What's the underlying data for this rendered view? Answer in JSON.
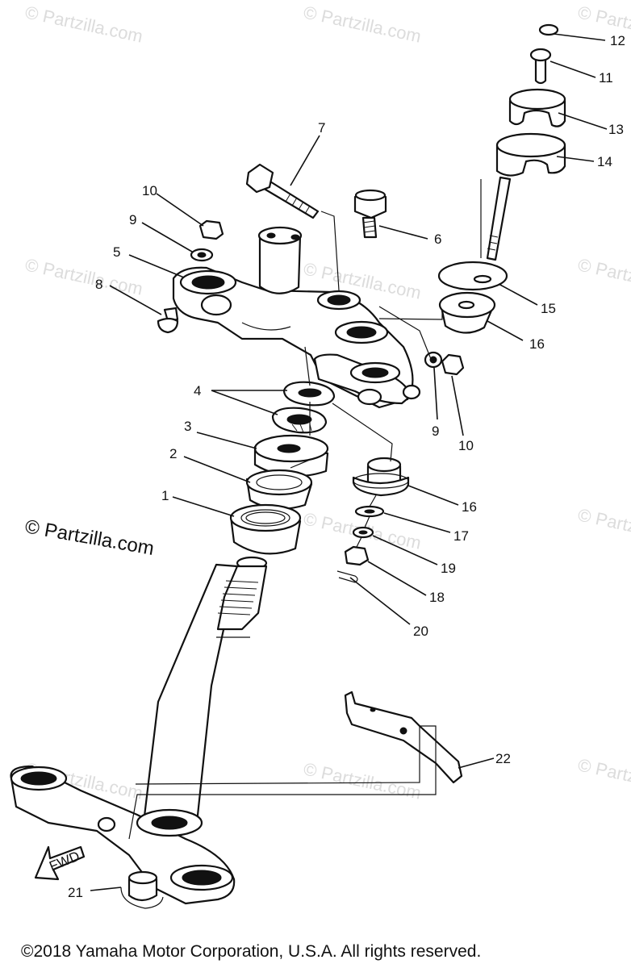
{
  "watermark": {
    "text": "© Partzilla.com"
  },
  "copyright": "©2018  Yamaha Motor Corporation, U.S.A. All rights reserved.",
  "fwd_label": "FWD",
  "callouts": [
    {
      "key": "p12",
      "label": "12"
    },
    {
      "key": "p11",
      "label": "11"
    },
    {
      "key": "p13",
      "label": "13"
    },
    {
      "key": "p14",
      "label": "14"
    },
    {
      "key": "p7",
      "label": "7"
    },
    {
      "key": "p10a",
      "label": "10"
    },
    {
      "key": "p6",
      "label": "6"
    },
    {
      "key": "p9a",
      "label": "9"
    },
    {
      "key": "p5",
      "label": "5"
    },
    {
      "key": "p8",
      "label": "8"
    },
    {
      "key": "p15",
      "label": "15"
    },
    {
      "key": "p16a",
      "label": "16"
    },
    {
      "key": "p4",
      "label": "4"
    },
    {
      "key": "p9b",
      "label": "9"
    },
    {
      "key": "p10b",
      "label": "10"
    },
    {
      "key": "p3",
      "label": "3"
    },
    {
      "key": "p2",
      "label": "2"
    },
    {
      "key": "p1",
      "label": "1"
    },
    {
      "key": "p16b",
      "label": "16"
    },
    {
      "key": "p17",
      "label": "17"
    },
    {
      "key": "p19",
      "label": "19"
    },
    {
      "key": "p18",
      "label": "18"
    },
    {
      "key": "p20",
      "label": "20"
    },
    {
      "key": "p22",
      "label": "22"
    },
    {
      "key": "p21",
      "label": "21"
    }
  ]
}
